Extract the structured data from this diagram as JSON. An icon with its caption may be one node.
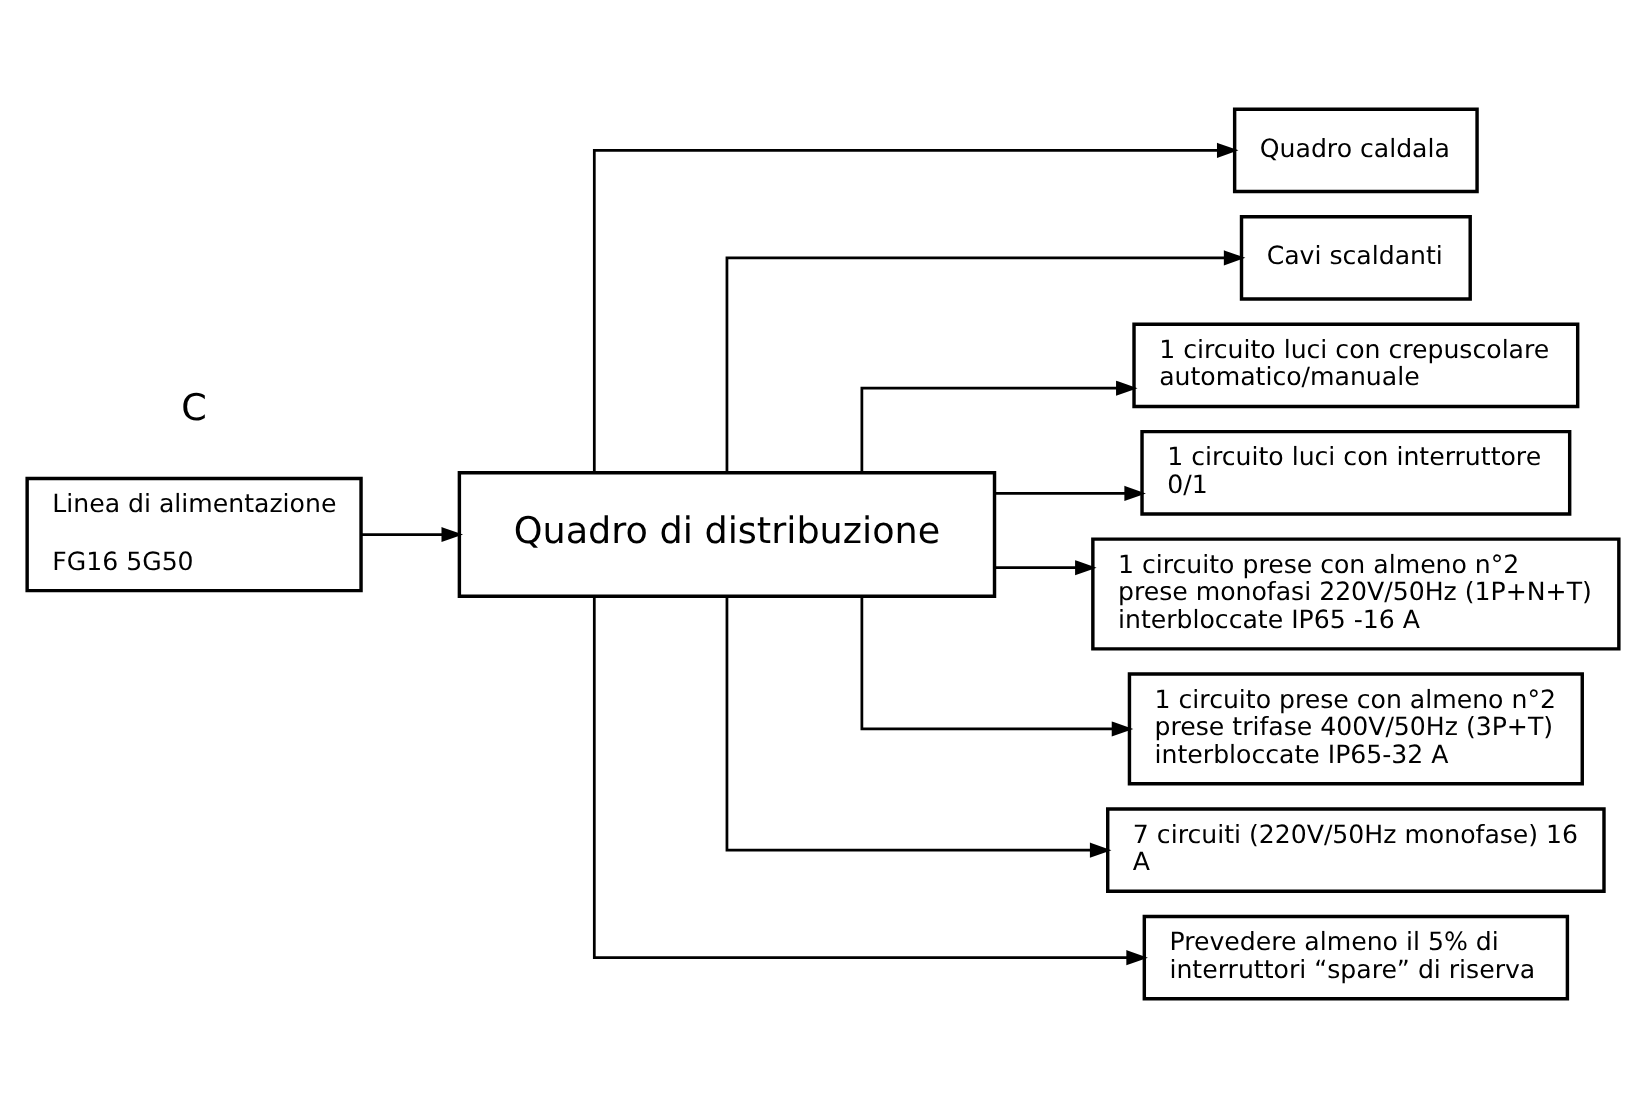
{
  "diagram": {
    "nodes": [
      {
        "text": [
          "Linea di alimentazione",
          "FG16 5G50"
        ]
      },
      {
        "text": [
          "Quadro di distribuzione"
        ]
      },
      {
        "text": [
          "Quadro caldala"
        ]
      },
      {
        "text": [
          "Cavi scaldanti"
        ]
      },
      {
        "text": [
          "1 circuito luci con crepuscolare automatico/manuale"
        ]
      },
      {
        "text": [
          "1 circuito luci con interruttore 0/1"
        ]
      },
      {
        "text": [
          "1 circuito prese con almeno n°2 prese monofasi 220V/50Hz (1P+N+T) interbloccate IP65 -16 A"
        ]
      },
      {
        "text": [
          "1 circuito prese con almeno n°2 prese trifase 400V/50Hz (3P+T) interbloccate IP65-32 A"
        ]
      },
      {
        "text": [
          "7 circuiti (220V/50Hz monofase) 16 A"
        ]
      },
      {
        "text": [
          "Prevedere almeno il 5% di interruttori “spare” di riserva"
        ]
      }
    ],
    "edges": [
      {
        "from": 0,
        "to": 1,
        "arrow": "to"
      },
      {
        "from": 1,
        "to": 2,
        "arrow": "to"
      },
      {
        "from": 1,
        "to": 3,
        "arrow": "to"
      },
      {
        "from": 1,
        "to": 4,
        "arrow": "to"
      },
      {
        "from": 1,
        "to": 5,
        "arrow": "to"
      },
      {
        "from": 1,
        "to": 6,
        "arrow": "to"
      },
      {
        "from": 1,
        "to": 7,
        "arrow": "to"
      },
      {
        "from": 1,
        "to": 8,
        "arrow": "to"
      },
      {
        "from": 1,
        "to": 9,
        "arrow": "to"
      }
    ],
    "labels": [
      "C"
    ]
  }
}
